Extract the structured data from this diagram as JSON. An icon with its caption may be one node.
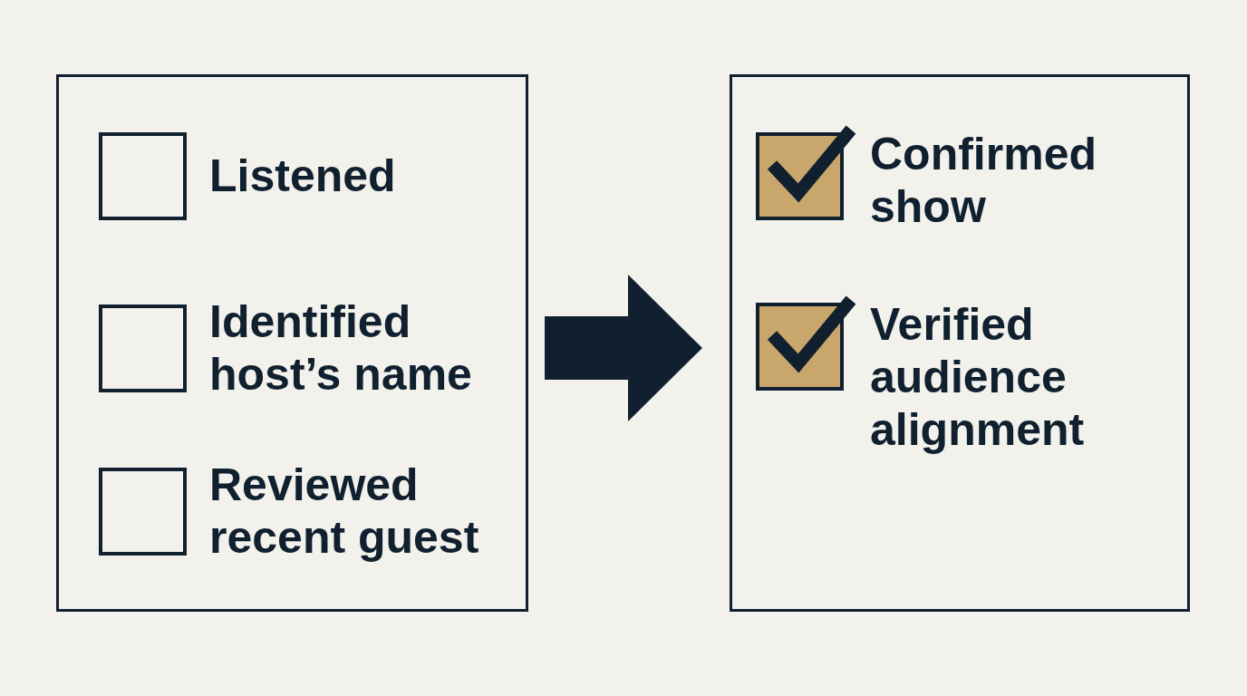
{
  "diagram": {
    "nodes": [
      {
        "text": [],
        "shape": "box"
      },
      {
        "text": [],
        "shape": "box",
        "in": 0,
        "beside": [
          "Listened"
        ]
      },
      {
        "text": [],
        "shape": "box",
        "in": 0,
        "beside": [
          "Identified host’s name"
        ]
      },
      {
        "text": [],
        "shape": "box",
        "in": 0,
        "beside": [
          "Reviewed recent guest"
        ]
      },
      {
        "text": [],
        "shape": "box"
      },
      {
        "text": [],
        "shape": "checkbox",
        "in": 4,
        "beside": [
          "Confirmed show"
        ]
      },
      {
        "text": [],
        "shape": "checkbox",
        "in": 4,
        "beside": [
          "Verified audience alignment"
        ]
      }
    ],
    "edges": [
      {
        "from": 0,
        "to": 4,
        "arrow": "to",
        "style": "thick"
      }
    ]
  }
}
